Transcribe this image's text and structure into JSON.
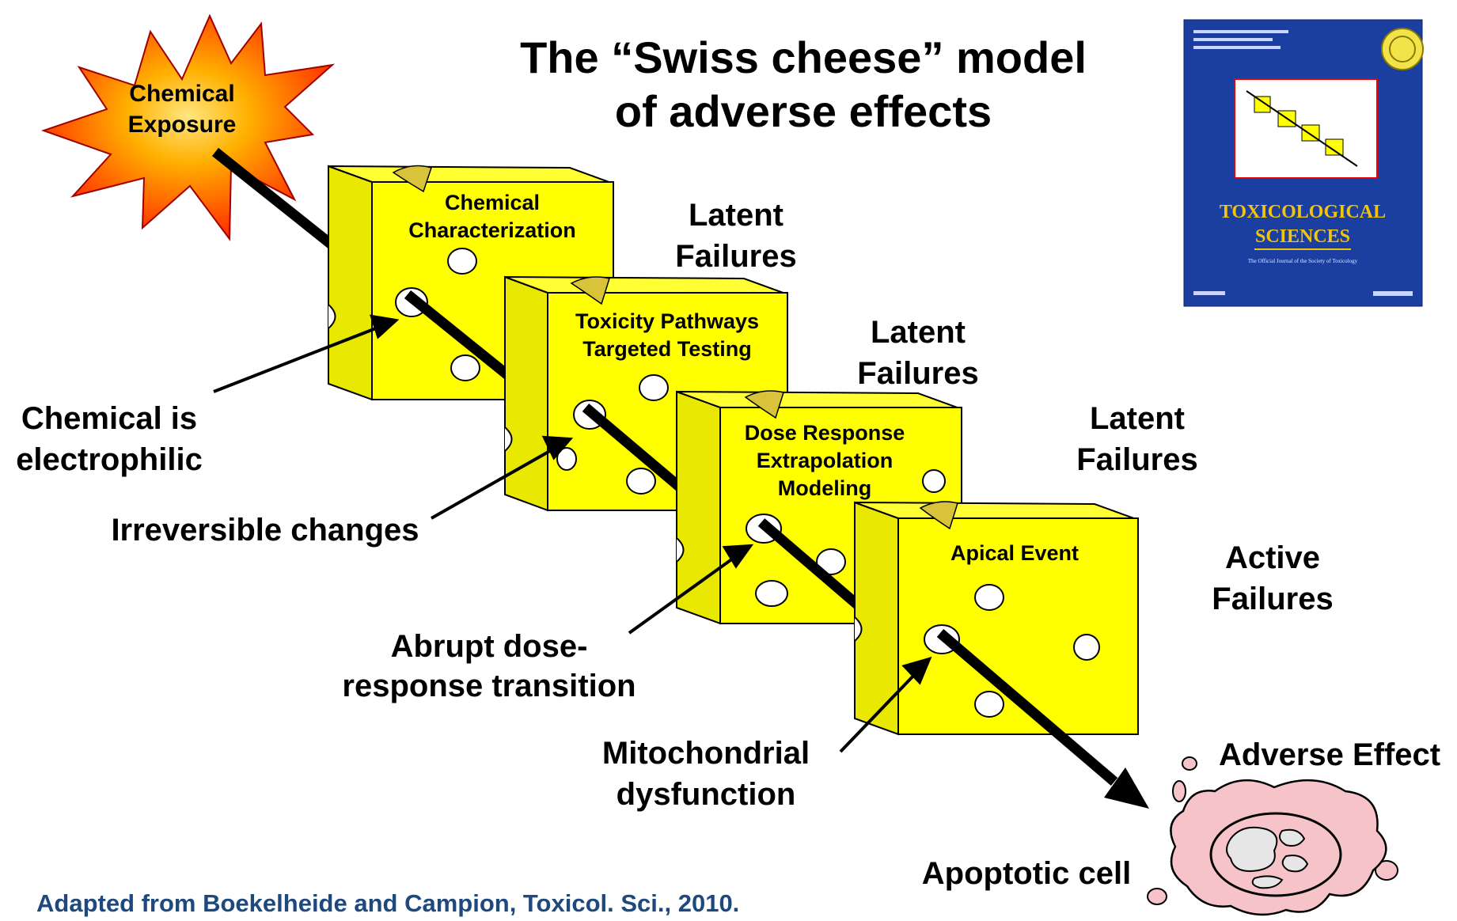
{
  "title": {
    "line1": "The “Swiss cheese” model",
    "line2": "of adverse effects"
  },
  "burst": {
    "line1": "Chemical",
    "line2": "Exposure"
  },
  "slices": [
    {
      "line1": "Chemical",
      "line2": "Characterization",
      "line3": ""
    },
    {
      "line1": "Toxicity Pathways",
      "line2": "Targeted Testing",
      "line3": ""
    },
    {
      "line1": "Dose Response",
      "line2": "Extrapolation",
      "line3": "Modeling"
    },
    {
      "line1": "Apical Event",
      "line2": "",
      "line3": ""
    }
  ],
  "failures": [
    {
      "line1": "Latent",
      "line2": "Failures"
    },
    {
      "line1": "Latent",
      "line2": "Failures"
    },
    {
      "line1": "Latent",
      "line2": "Failures"
    },
    {
      "line1": "Active",
      "line2": "Failures"
    }
  ],
  "annotations": {
    "electrophilic": {
      "line1": "Chemical is",
      "line2": "electrophilic"
    },
    "irreversible": {
      "line1": "Irreversible changes"
    },
    "abrupt": {
      "line1": "Abrupt dose-",
      "line2": "response transition"
    },
    "mito": {
      "line1": "Mitochondrial",
      "line2": "dysfunction"
    }
  },
  "outcome": {
    "adverse_effect": "Adverse Effect",
    "apoptotic_cell": "Apoptotic cell"
  },
  "credit": "Adapted from Boekelheide and Campion, Toxicol. Sci., 2010.",
  "journal_cover": {
    "line1": "TOXICOLOGICAL",
    "line2": "SCIENCES",
    "subtitle": "The Official Journal of the Society of Toxicology"
  },
  "colors": {
    "cheese": "#ffff00",
    "cheese_side": "#e8e800",
    "burst_outer": "#ff0000",
    "burst_inner": "#ffd24d",
    "cell": "#f6c3c9",
    "cover_bg": "#1a3fa0",
    "credit_text": "#1f497d"
  }
}
